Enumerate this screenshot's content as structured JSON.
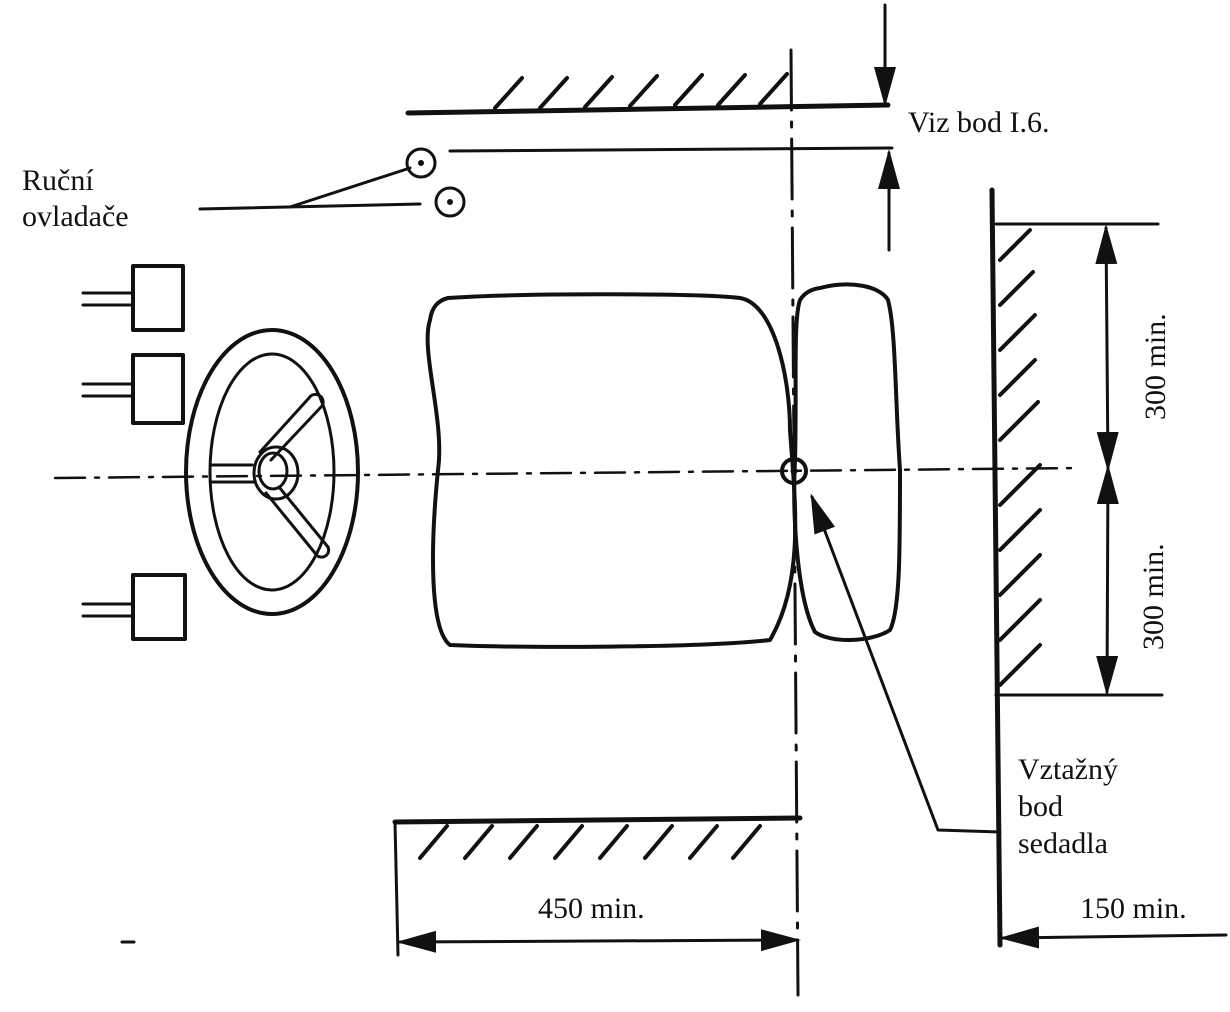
{
  "labels": {
    "manual_controls_line1": "Ruční",
    "manual_controls_line2": "ovladače",
    "see_point": "Viz bod I.6.",
    "side_clearance_upper": "300 min.",
    "side_clearance_lower": "300 min.",
    "reference_point_line1": "Vztažný",
    "reference_point_line2": "bod",
    "reference_point_line3": "sedadla",
    "front_clearance": "450 min.",
    "side_offset": "150 min."
  },
  "colors": {
    "ink": "#111111",
    "paper": "#ffffff"
  }
}
